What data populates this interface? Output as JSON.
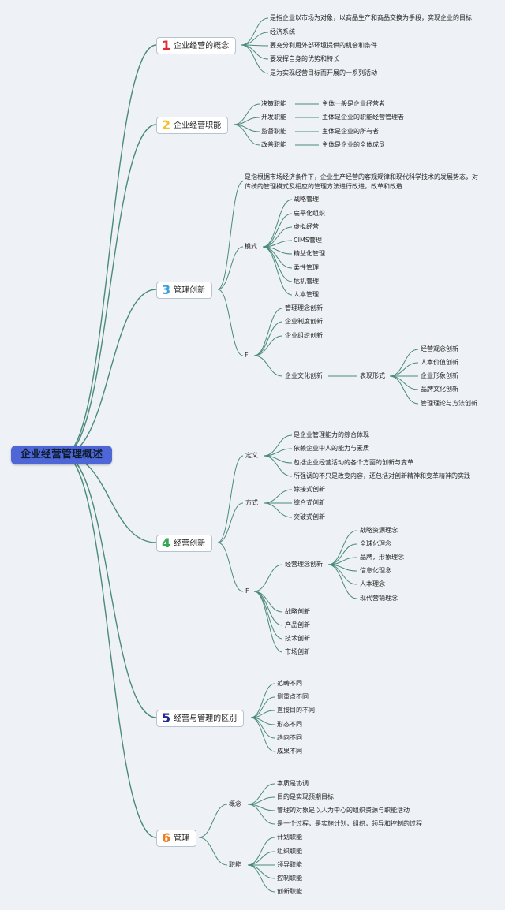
{
  "root": "企业经营管理概述",
  "sections": [
    {
      "num": "1",
      "color": "#e02b38",
      "label": "企业经营的概念"
    },
    {
      "num": "2",
      "color": "#f2c12e",
      "label": "企业经营职能"
    },
    {
      "num": "3",
      "color": "#3aa0dc",
      "label": "管理创新"
    },
    {
      "num": "4",
      "color": "#34a853",
      "label": "经营创新"
    },
    {
      "num": "5",
      "color": "#1f2f8f",
      "label": "经营与管理的区别"
    },
    {
      "num": "6",
      "color": "#f07a1e",
      "label": "管理"
    }
  ],
  "s1": {
    "items": [
      "是指企业以市场为对象，以商品生产和商品交换为手段，实现企业的目标",
      "经济系统",
      "要充分利用外部环境提供的机会和条件",
      "要发挥自身的优势和特长",
      "是为实现经营目标而开展的一系列活动"
    ]
  },
  "s2": {
    "items": [
      {
        "name": "决策职能",
        "desc": "主体一般是企业经营者"
      },
      {
        "name": "开发职能",
        "desc": "主体是企业的职能经营管理者"
      },
      {
        "name": "监督职能",
        "desc": "主体是企业的所有者"
      },
      {
        "name": "改善职能",
        "desc": "主体是企业的全体成员"
      }
    ]
  },
  "s3": {
    "def": "是指根据市场经济条件下，企业生产经营的客观规律和现代科学技术的发展势态，对传统的管理模式及相应的管理方法进行改进，改革和改造",
    "mode_label": "模式",
    "modes": [
      "战略管理",
      "扁平化组织",
      "虚拟经营",
      "CIMS管理",
      "精益化管理",
      "柔性管理",
      "危机管理",
      "人本管理"
    ],
    "f_label": "F",
    "fs": [
      "管理理念创新",
      "企业制度创新",
      "企业组织创新"
    ],
    "culture": "企业文化创新",
    "express": "表现形式",
    "culture_items": [
      "经营观念创新",
      "人本价值创新",
      "企业形象创新",
      "品牌文化创新",
      "管理理论与方法创新"
    ]
  },
  "s4": {
    "def_label": "定义",
    "defs": [
      "是企业管理能力的综合体现",
      "依赖企业中人的能力与素质",
      "包括企业经营活动的各个方面的创新与变革",
      "所强调的不只是改变内容，还包括对创新精神和变革精神的实践"
    ],
    "way_label": "方式",
    "ways": [
      "嫁接式创新",
      "综合式创新",
      "突破式创新"
    ],
    "f_label": "F",
    "idea": "经营理念创新",
    "ideas": [
      "战略资源理念",
      "全球化理念",
      "品牌，形象理念",
      "信息化理念",
      "人本理念",
      "现代营销理念"
    ],
    "others": [
      "战略创新",
      "产品创新",
      "技术创新",
      "市场创新"
    ]
  },
  "s5": {
    "items": [
      "范畴不同",
      "侧重点不同",
      "直接目的不同",
      "形态不同",
      "趋向不同",
      "成果不同"
    ]
  },
  "s6": {
    "concept_label": "概念",
    "concepts": [
      "本质是协调",
      "目的是实现预期目标",
      "管理的对象是以人为中心的组织资源与职能活动",
      "是一个过程，是实施计划，组织，领导和控制的过程"
    ],
    "func_label": "职能",
    "funcs": [
      "计划职能",
      "组织职能",
      "领导职能",
      "控制职能",
      "创新职能"
    ]
  }
}
